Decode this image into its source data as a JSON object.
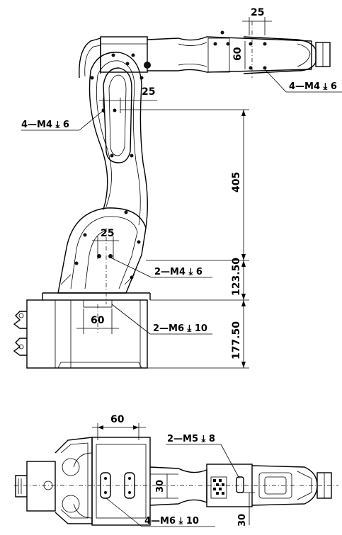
{
  "side_view": {
    "dims": {
      "top_width": "25",
      "forearm_height": "60",
      "arm_width": "25",
      "base_width": "25",
      "flange_width": "60",
      "vertical_upper": "405",
      "vertical_middle": "123.50",
      "vertical_lower": "177.50"
    },
    "callouts": {
      "wrist_holes": "4—M4 ⤓ 6",
      "arm_holes": "4—M4 ⤓ 6",
      "base_holes": "2—M4 ⤓ 6",
      "flange_holes": "2—M6 ⤓ 10"
    }
  },
  "top_view": {
    "dims": {
      "width": "60",
      "height_a": "30",
      "height_b": "30"
    },
    "callouts": {
      "top_holes": "2—M5 ⤓ 8",
      "bottom_holes": "4—M6 ⤓ 10"
    }
  }
}
